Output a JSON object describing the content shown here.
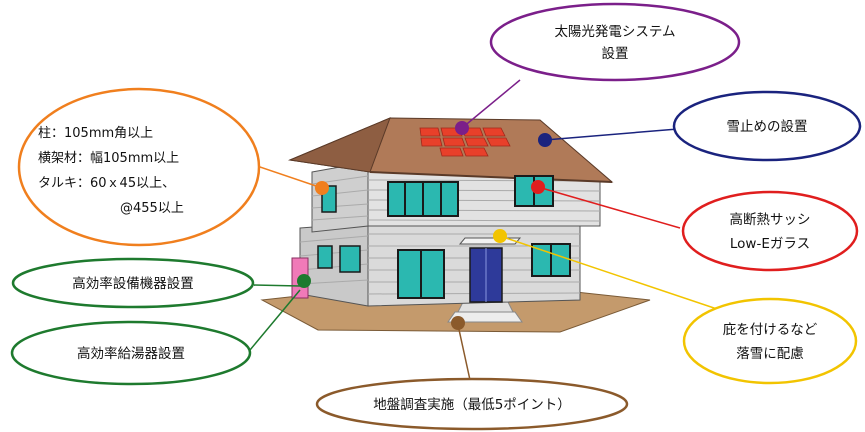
{
  "callouts": {
    "solar": {
      "line1": "太陽光発電システム",
      "line2": "設置",
      "color": "#7B1F8A"
    },
    "snow_stop": {
      "line1": "雪止めの設置",
      "color": "#1A237E"
    },
    "sash": {
      "line1": "高断熱サッシ",
      "line2": "Low-Eガラス",
      "color": "#E01E1E"
    },
    "eaves": {
      "line1": "庇を付けるなど",
      "line2": "落雪に配慮",
      "color": "#F2C400"
    },
    "ground": {
      "line1": "地盤調査実施（最低5ポイント）",
      "color": "#8B5A2B"
    },
    "equipment": {
      "line1": "高効率設備機器設置",
      "color": "#1E7A2E"
    },
    "water_heater": {
      "line1": "高効率給湯器設置",
      "color": "#1E7A2E"
    },
    "structure": {
      "line1": "柱：105mm角以上",
      "line2": "横架材：幅105mm以上",
      "line3": "タルキ：60ｘ45以上、",
      "line4": "@455以上",
      "color": "#F07F1E"
    }
  }
}
